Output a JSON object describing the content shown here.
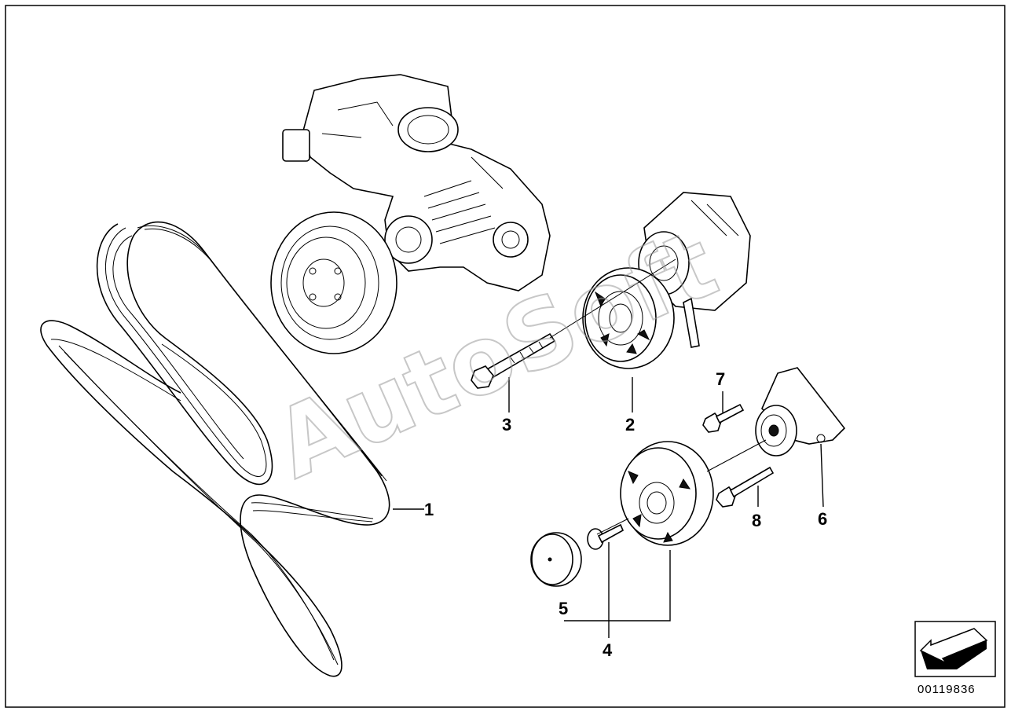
{
  "diagram": {
    "watermark": "AutoSoft",
    "reference_number": "00119836",
    "callouts": [
      {
        "id": "1",
        "label": "1"
      },
      {
        "id": "2",
        "label": "2"
      },
      {
        "id": "3",
        "label": "3"
      },
      {
        "id": "4",
        "label": "4"
      },
      {
        "id": "5",
        "label": "5"
      },
      {
        "id": "6",
        "label": "6"
      },
      {
        "id": "7",
        "label": "7"
      },
      {
        "id": "8",
        "label": "8"
      }
    ],
    "icons": [
      "direction-arrow-icon"
    ]
  }
}
